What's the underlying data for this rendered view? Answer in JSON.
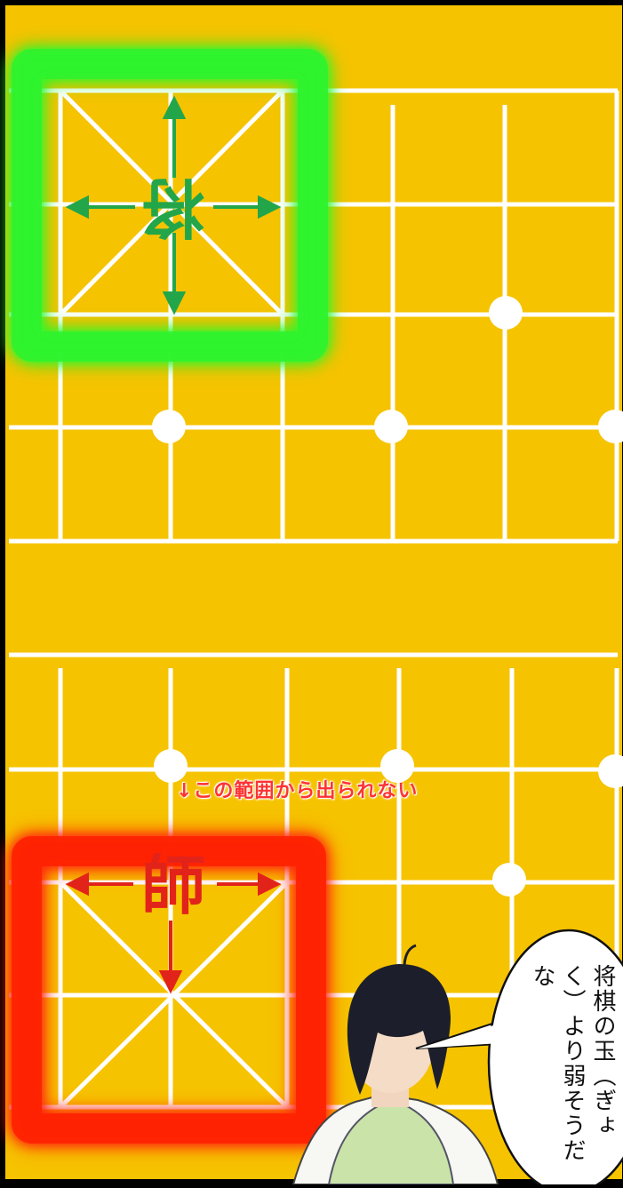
{
  "board": {
    "background": "#f6c300",
    "line_color": "#ffffff",
    "frame_color": "#000000"
  },
  "pieces": {
    "black_general": {
      "char": "将",
      "color": "#23a64a",
      "highlight": "#2ef22e"
    },
    "red_general": {
      "char": "師",
      "color": "#e2231a",
      "highlight": "#ff2200"
    }
  },
  "caption": {
    "text": "↓この範囲から出られない",
    "color": "#ff3333"
  },
  "speech_bubble": {
    "text": "将棋の玉（ぎょく）より弱そうだな"
  }
}
